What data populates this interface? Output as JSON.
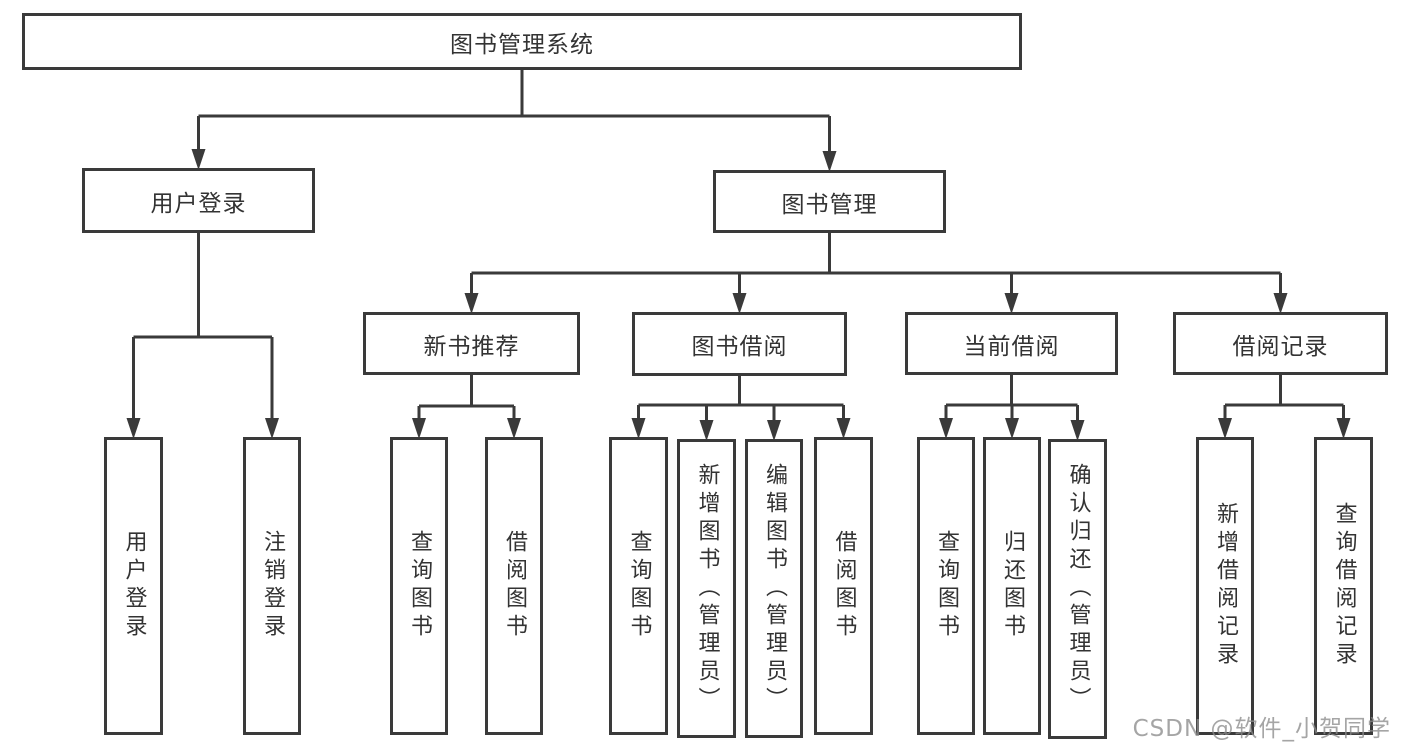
{
  "diagram": {
    "title": "图书管理系统",
    "watermark": "CSDN @软件_小贺同学",
    "nodes": [
      {
        "id": "book-management-system",
        "label": "图书管理系统",
        "parent": null
      },
      {
        "id": "user-login",
        "label": "用户登录",
        "parent": "book-management-system"
      },
      {
        "id": "book-management",
        "label": "图书管理",
        "parent": "book-management-system"
      },
      {
        "id": "user-login-leaf",
        "label": "用户登录",
        "parent": "user-login"
      },
      {
        "id": "logout-leaf",
        "label": "注销登录",
        "parent": "user-login"
      },
      {
        "id": "new-book-recommend",
        "label": "新书推荐",
        "parent": "book-management"
      },
      {
        "id": "book-borrowing",
        "label": "图书借阅",
        "parent": "book-management"
      },
      {
        "id": "current-borrowing",
        "label": "当前借阅",
        "parent": "book-management"
      },
      {
        "id": "borrowing-records",
        "label": "借阅记录",
        "parent": "book-management"
      },
      {
        "id": "recommend-query-book",
        "label": "查询图书",
        "parent": "new-book-recommend"
      },
      {
        "id": "recommend-borrow-book",
        "label": "借阅图书",
        "parent": "new-book-recommend"
      },
      {
        "id": "borrowing-query-book",
        "label": "查询图书",
        "parent": "book-borrowing"
      },
      {
        "id": "borrowing-add-book-admin",
        "label": "新增图书（管理员）",
        "parent": "book-borrowing"
      },
      {
        "id": "borrowing-edit-book-admin",
        "label": "编辑图书（管理员）",
        "parent": "book-borrowing"
      },
      {
        "id": "borrowing-borrow-book",
        "label": "借阅图书",
        "parent": "book-borrowing"
      },
      {
        "id": "current-query-book",
        "label": "查询图书",
        "parent": "current-borrowing"
      },
      {
        "id": "current-return-book",
        "label": "归还图书",
        "parent": "current-borrowing"
      },
      {
        "id": "current-confirm-return-admin",
        "label": "确认归还（管理员）",
        "parent": "current-borrowing"
      },
      {
        "id": "records-add-record",
        "label": "新增借阅记录",
        "parent": "borrowing-records"
      },
      {
        "id": "records-query-record",
        "label": "查询借阅记录",
        "parent": "borrowing-records"
      }
    ]
  },
  "colors": {
    "line": "#3a3a3a",
    "text": "#333333",
    "background": "#ffffff",
    "watermark": "#8c8c8c"
  }
}
